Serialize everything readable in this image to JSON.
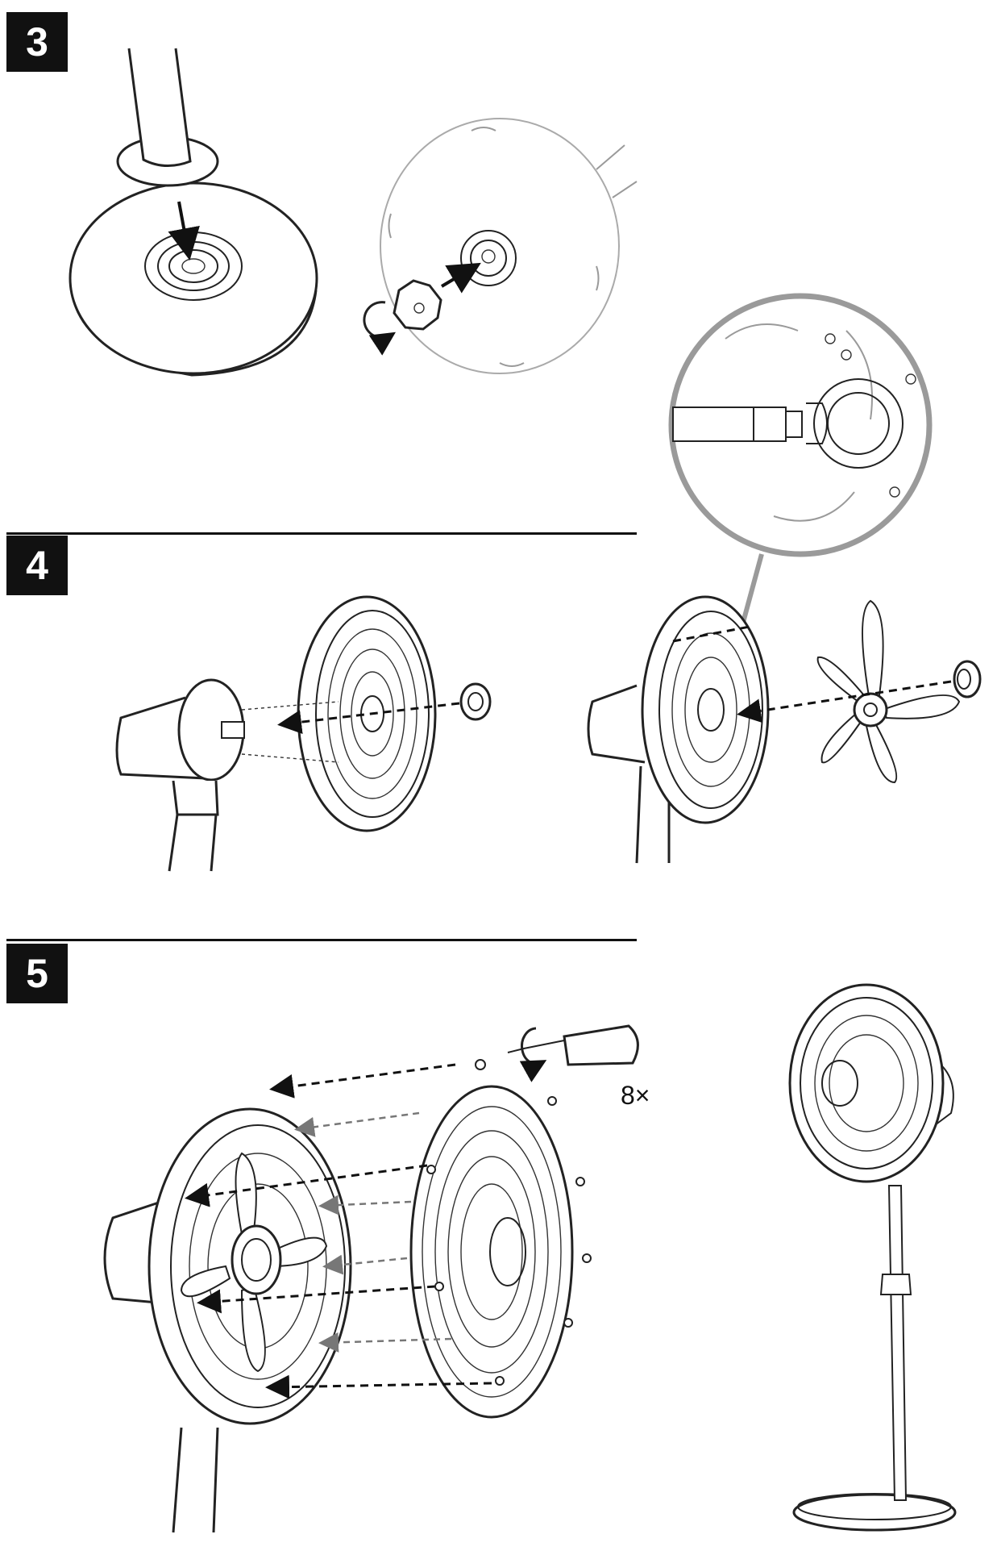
{
  "steps": [
    {
      "number": "3"
    },
    {
      "number": "4"
    },
    {
      "number": "5"
    }
  ],
  "step5": {
    "screw_quantity": "8×"
  },
  "colors": {
    "ink": "#111111",
    "callout": "#9a9a9a",
    "background": "#ffffff"
  }
}
